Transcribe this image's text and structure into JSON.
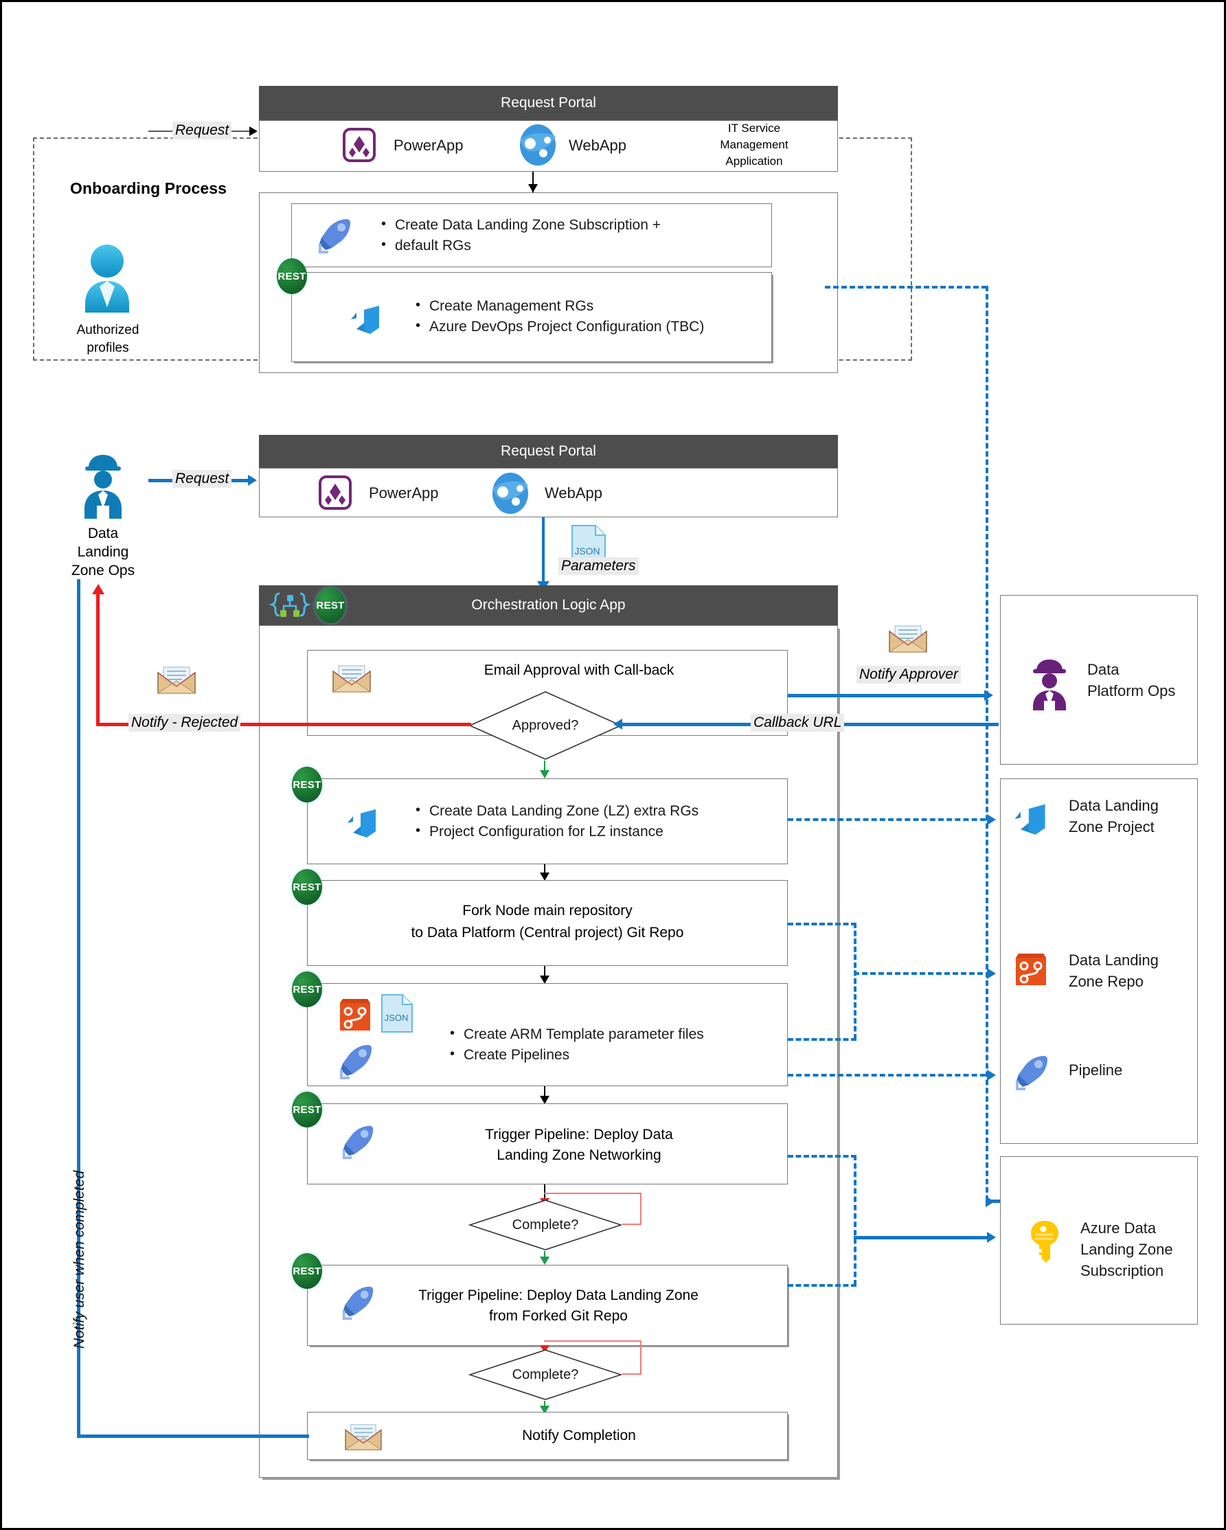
{
  "diagram": {
    "onboarding": {
      "title": "Onboarding Process",
      "actor": {
        "label_line1": "Authorized",
        "label_line2": "profiles",
        "icon": "person-icon"
      },
      "request_edge": "Request",
      "portal": {
        "header": "Request Portal",
        "apps": [
          {
            "icon": "powerapps-icon",
            "label": "PowerApp"
          },
          {
            "icon": "webapp-globe-icon",
            "label": "WebApp"
          }
        ],
        "note_line1": "IT Service",
        "note_line2": "Management",
        "note_line3": "Application"
      },
      "actions": [
        {
          "icon": "azure-pipelines-icon",
          "rest": false,
          "bullets": [
            "Create Data Landing Zone Subscription +",
            "default RGs"
          ]
        },
        {
          "icon": "azure-devops-icon",
          "rest": true,
          "rest_label": "REST",
          "bullets": [
            "Create Management RGs",
            "Azure DevOps Project Configuration (TBC)"
          ]
        }
      ]
    },
    "ops": {
      "actor": {
        "line1": "Data",
        "line2": "Landing",
        "line3": "Zone Ops",
        "icon": "engineer-icon"
      },
      "request_edge": "Request",
      "portal": {
        "header": "Request Portal",
        "apps": [
          {
            "icon": "powerapps-icon",
            "label": "PowerApp"
          },
          {
            "icon": "webapp-globe-icon",
            "label": "WebApp"
          }
        ]
      },
      "parameters_edge": {
        "label": "Parameters",
        "icon": "json-file-icon",
        "icon_text": "JSON"
      }
    },
    "orchestration": {
      "header": "Orchestration Logic App",
      "header_icons": [
        "logic-app-icon",
        "rest-badge-icon"
      ],
      "rest_label": "REST",
      "steps": [
        {
          "id": "email-approval",
          "title": "Email Approval with Call-back",
          "icon": "email-icon",
          "rest": false
        },
        {
          "id": "create-lz-rgs",
          "icon": "azure-devops-icon",
          "rest": true,
          "bullets": [
            "Create Data Landing Zone (LZ) extra RGs",
            "Project Configuration for LZ instance"
          ]
        },
        {
          "id": "fork-node",
          "rest": true,
          "title_line1": "Fork Node main repository",
          "title_line2": "to Data Platform (Central project) Git Repo"
        },
        {
          "id": "create-arm",
          "rest": true,
          "icons": [
            "git-repo-icon",
            "json-file-icon",
            "azure-pipelines-icon"
          ],
          "bullets": [
            "Create ARM Template parameter files",
            "Create Pipelines"
          ]
        },
        {
          "id": "trigger-networking",
          "rest": true,
          "icon": "azure-pipelines-icon",
          "title_line1": "Trigger Pipeline: Deploy Data",
          "title_line2": "Landing Zone Networking"
        },
        {
          "id": "trigger-deploy-lz",
          "rest": true,
          "icon": "azure-pipelines-icon",
          "title_line1": "Trigger Pipeline: Deploy Data Landing Zone",
          "title_line2": "from Forked Git Repo"
        },
        {
          "id": "notify-completion",
          "title": "Notify Completion",
          "icon": "email-icon",
          "rest": false
        }
      ],
      "decisions": [
        {
          "id": "approved",
          "label": "Approved?"
        },
        {
          "id": "complete-1",
          "label": "Complete?"
        },
        {
          "id": "complete-2",
          "label": "Complete?"
        }
      ]
    },
    "edges": {
      "notify_approver": "Notify Approver",
      "callback_url": "Callback URL",
      "notify_rejected": "Notify - Rejected",
      "notify_user_completed": "Notify user when completed"
    },
    "right_panels": [
      {
        "id": "data-platform-ops",
        "icon": "engineer-purple-icon",
        "label_line1": "Data",
        "label_line2": "Platform Ops"
      },
      {
        "id": "resources",
        "items": [
          {
            "icon": "azure-devops-icon",
            "label_line1": "Data Landing",
            "label_line2": "Zone Project"
          },
          {
            "icon": "git-repo-icon",
            "label_line1": "Data Landing",
            "label_line2": "Zone Repo"
          },
          {
            "icon": "azure-pipelines-icon",
            "label_line1": "Pipeline",
            "label_line2": ""
          }
        ]
      },
      {
        "id": "subscription",
        "icon": "key-icon",
        "label_line1": "Azure Data",
        "label_line2": "Landing Zone",
        "label_line3": "Subscription"
      }
    ],
    "colors": {
      "header_bg": "#4d4d4d",
      "blue": "#1476c6",
      "red": "#ee1c1c",
      "green": "#169c4c",
      "purple": "#68217a",
      "orange": "#e8501a",
      "yellow": "#ffc800"
    }
  }
}
